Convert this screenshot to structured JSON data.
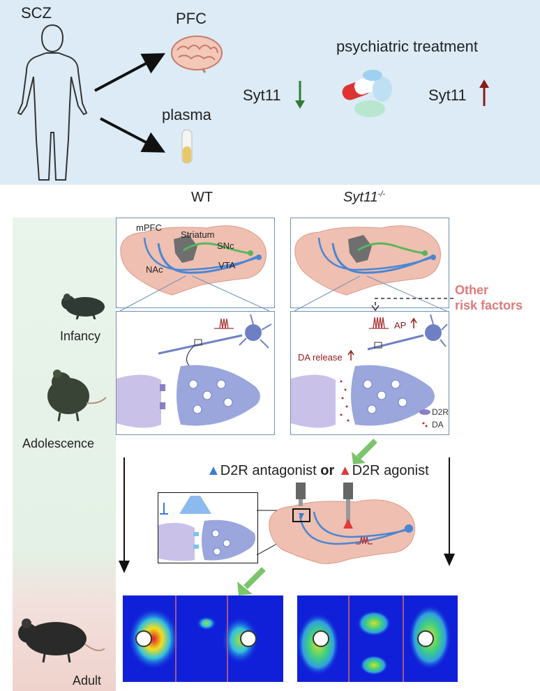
{
  "top": {
    "scz_label": "SCZ",
    "pfc_label": "PFC",
    "plasma_label": "plasma",
    "treatment_label": "psychiatric treatment",
    "syt11_left": "Syt11",
    "syt11_right": "Syt11",
    "down_arrow_color": "#2e7d32",
    "up_arrow_color": "#8b1a1a"
  },
  "columns": {
    "wt": "WT",
    "ko": "Syt11",
    "ko_superscript": "-/-"
  },
  "stages": {
    "infancy": "Infancy",
    "adolescence": "Adolescence",
    "adult": "Adult"
  },
  "brain_wt": {
    "mpfc": "mPFC",
    "striatum": "Striatum",
    "snc": "SNc",
    "nac": "NAc",
    "vta": "VTA"
  },
  "risk": {
    "line1": "Other",
    "line2": "risk factors",
    "color": "#e07a7a"
  },
  "synapse_ko": {
    "ap": "AP",
    "da_release": "DA release",
    "legend_d2r": "D2R",
    "legend_da": "DA"
  },
  "treatment": {
    "antagonist": "D2R antagonist",
    "or": "or",
    "agonist": "D2R agonist"
  }
}
